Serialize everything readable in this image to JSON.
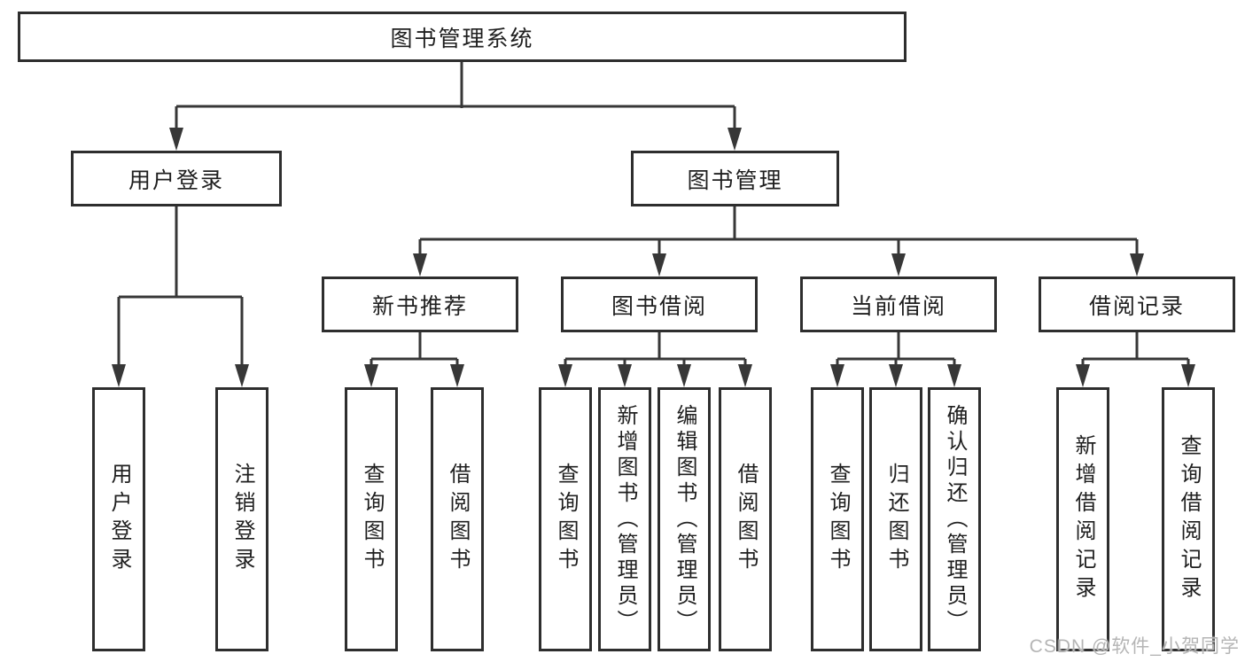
{
  "diagram": {
    "root": "图书管理系统",
    "user_login": {
      "label": "用户登录",
      "children": [
        "用户登录",
        "注销登录"
      ]
    },
    "book_management": {
      "label": "图书管理",
      "sections": {
        "new_books": {
          "label": "新书推荐",
          "children": [
            "查询图书",
            "借阅图书"
          ]
        },
        "borrowing": {
          "label": "图书借阅",
          "children": [
            "查询图书",
            "新增图书（管理员）",
            "编辑图书（管理员）",
            "借阅图书"
          ]
        },
        "current": {
          "label": "当前借阅",
          "children": [
            "查询图书",
            "归还图书",
            "确认归还（管理员）"
          ]
        },
        "records": {
          "label": "借阅记录",
          "children": [
            "新增借阅记录",
            "查询借阅记录"
          ]
        }
      }
    }
  },
  "watermark": "CSDN @软件_小贺同学",
  "colors": {
    "line": "#373737",
    "box_border": "#2e2e2e",
    "text": "#1f1f1f",
    "watermark": "#b5b5b5",
    "background": "#ffffff"
  }
}
